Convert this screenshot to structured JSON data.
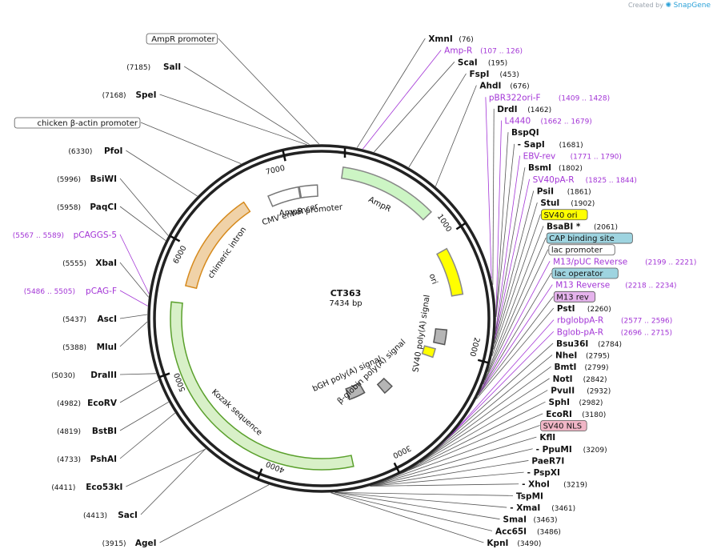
{
  "credit": {
    "prefix": "Created by",
    "brand": "SnapGene"
  },
  "plasmid": {
    "name": "CT363",
    "size_label": "7434 bp",
    "length": 7434
  },
  "ticks": [
    {
      "bp": 1000,
      "label": "1000"
    },
    {
      "bp": 2000,
      "label": "2000"
    },
    {
      "bp": 3000,
      "label": "3000"
    },
    {
      "bp": 4000,
      "label": "4000"
    },
    {
      "bp": 5000,
      "label": "5000"
    },
    {
      "bp": 6000,
      "label": "6000"
    },
    {
      "bp": 7000,
      "label": "7000"
    }
  ],
  "features": [
    {
      "name": "AmpR",
      "start": 1,
      "end": 780,
      "color": "#ccf5c4",
      "stroke": "#888888"
    },
    {
      "name": "ori",
      "start": 1090,
      "end": 1490,
      "color": "#ffff00",
      "stroke": "#888888"
    },
    {
      "name": "SV40 poly(A) signal",
      "start": 1800,
      "end": 1940,
      "color": "#b5b5b5",
      "stroke": "#555555"
    },
    {
      "name": "yellow-block",
      "start": 2000,
      "end": 2090,
      "color": "#ffff00",
      "stroke": "#888888"
    },
    {
      "name": "β-globin poly(A) signal",
      "start": 2600,
      "end": 2720,
      "color": "#b5b5b5",
      "stroke": "#555555"
    },
    {
      "name": "bGH poly(A) signal",
      "start": 2930,
      "end": 3160,
      "color": "#b5b5b5",
      "stroke": "#555555"
    },
    {
      "name": "Kozak sequence",
      "start": 3300,
      "end": 5540,
      "color": "#d8f0c8",
      "stroke": "#5aa02c"
    },
    {
      "name": "chimeric intron",
      "start": 5690,
      "end": 6570,
      "color": "#f0d2a8",
      "stroke": "#d68a1d"
    },
    {
      "name": "CMV enhancer",
      "start": 6780,
      "end": 7060,
      "color": "#ffffff",
      "stroke": "#777777"
    },
    {
      "name": "AmpR promoter",
      "start": 7070,
      "end": 7230,
      "color": "#ffffff",
      "stroke": "#777777"
    }
  ],
  "inner_labels": [
    {
      "text": "AmpR"
    },
    {
      "text": "ori"
    },
    {
      "text": "SV40 poly(A) signal"
    },
    {
      "text": "β-globin poly(A) signal"
    },
    {
      "text": "bGH poly(A) signal"
    },
    {
      "text": "Kozak sequence"
    },
    {
      "text": "chimeric intron"
    },
    {
      "text": "CMV enhancer"
    },
    {
      "text": "AmpR promoter"
    }
  ],
  "site_labels": [
    {
      "text": "XmnI",
      "pos": "(76)",
      "type": "enzyme",
      "bp": 76
    },
    {
      "text": "Amp-R",
      "pos": "(107 .. 126)",
      "type": "primer",
      "bp": 116
    },
    {
      "text": "ScaI",
      "pos": "(195)",
      "type": "enzyme",
      "bp": 195
    },
    {
      "text": "FspI",
      "pos": "(453)",
      "type": "enzyme",
      "bp": 453
    },
    {
      "text": "AhdI",
      "pos": "(676)",
      "type": "enzyme",
      "bp": 676
    },
    {
      "text": "pBR322ori-F",
      "pos": "(1409 .. 1428)",
      "type": "primer",
      "bp": 1418
    },
    {
      "text": "DrdI",
      "pos": "(1462)",
      "type": "enzyme",
      "bp": 1462
    },
    {
      "text": "L4440",
      "pos": "(1662 .. 1679)",
      "type": "primer",
      "bp": 1670
    },
    {
      "text": "BspQI",
      "pos": "",
      "type": "enzyme",
      "bp": 1681
    },
    {
      "text": "- SapI",
      "pos": "(1681)",
      "type": "enzyme",
      "bp": 1681
    },
    {
      "text": "EBV-rev",
      "pos": "(1771 .. 1790)",
      "type": "primer",
      "bp": 1780
    },
    {
      "text": "BsmI",
      "pos": "(1802)",
      "type": "enzyme",
      "bp": 1802
    },
    {
      "text": "SV40pA-R",
      "pos": "(1825 .. 1844)",
      "type": "primer",
      "bp": 1834
    },
    {
      "text": "PsiI",
      "pos": "(1861)",
      "type": "enzyme",
      "bp": 1861
    },
    {
      "text": "StuI",
      "pos": "(1902)",
      "type": "enzyme",
      "bp": 1902
    },
    {
      "text": "SV40 ori",
      "pos": "",
      "type": "box",
      "color": "#ffff00",
      "bp": 1950
    },
    {
      "text": "BsaBI *",
      "pos": "(2061)",
      "type": "enzyme",
      "bp": 2061
    },
    {
      "text": "CAP binding site",
      "pos": "",
      "type": "box",
      "color": "#9ed4e0",
      "bp": 2120
    },
    {
      "text": "lac promoter",
      "pos": "",
      "type": "box",
      "color": "#ffffff",
      "bp": 2150
    },
    {
      "text": "M13/pUC Reverse",
      "pos": "(2199 .. 2221)",
      "type": "primer",
      "bp": 2210
    },
    {
      "text": "lac operator",
      "pos": "",
      "type": "box",
      "color": "#9ed4e0",
      "bp": 2215
    },
    {
      "text": "M13 Reverse",
      "pos": "(2218 .. 2234)",
      "type": "primer",
      "bp": 2226
    },
    {
      "text": "M13 rev",
      "pos": "",
      "type": "box",
      "color": "#e5b3ec",
      "bp": 2232
    },
    {
      "text": "PstI",
      "pos": "(2260)",
      "type": "enzyme",
      "bp": 2260
    },
    {
      "text": "rbglobpA-R",
      "pos": "(2577 .. 2596)",
      "type": "primer",
      "bp": 2586
    },
    {
      "text": "Bglob-pA-R",
      "pos": "(2696 .. 2715)",
      "type": "primer",
      "bp": 2705
    },
    {
      "text": "Bsu36I",
      "pos": "(2784)",
      "type": "enzyme",
      "bp": 2784
    },
    {
      "text": "NheI",
      "pos": "(2795)",
      "type": "enzyme",
      "bp": 2795
    },
    {
      "text": "BmtI",
      "pos": "(2799)",
      "type": "enzyme",
      "bp": 2799
    },
    {
      "text": "NotI",
      "pos": "(2842)",
      "type": "enzyme",
      "bp": 2842
    },
    {
      "text": "PvuII",
      "pos": "(2932)",
      "type": "enzyme",
      "bp": 2932
    },
    {
      "text": "SphI",
      "pos": "(2982)",
      "type": "enzyme",
      "bp": 2982
    },
    {
      "text": "EcoRI",
      "pos": "(3180)",
      "type": "enzyme",
      "bp": 3180
    },
    {
      "text": "SV40 NLS",
      "pos": "",
      "type": "box",
      "color": "#f0b6c6",
      "bp": 3200
    },
    {
      "text": "KflI",
      "pos": "",
      "type": "enzyme",
      "bp": 3209
    },
    {
      "text": "- PpuMI",
      "pos": "(3209)",
      "type": "enzyme",
      "bp": 3209
    },
    {
      "text": "PaeR7I",
      "pos": "",
      "type": "enzyme",
      "bp": 3219
    },
    {
      "text": "- PspXI",
      "pos": "",
      "type": "enzyme",
      "bp": 3219
    },
    {
      "text": "- XhoI",
      "pos": "(3219)",
      "type": "enzyme",
      "bp": 3219
    },
    {
      "text": "TspMI",
      "pos": "",
      "type": "enzyme",
      "bp": 3461
    },
    {
      "text": "- XmaI",
      "pos": "(3461)",
      "type": "enzyme",
      "bp": 3461
    },
    {
      "text": "SmaI",
      "pos": "(3463)",
      "type": "enzyme",
      "bp": 3463
    },
    {
      "text": "Acc65I",
      "pos": "(3486)",
      "type": "enzyme",
      "bp": 3486
    },
    {
      "text": "KpnI",
      "pos": "(3490)",
      "type": "enzyme",
      "bp": 3490
    },
    {
      "text": "AgeI",
      "pos": "(3915)",
      "type": "enzyme",
      "bp": 3915
    },
    {
      "text": "SacI",
      "pos": "(4413)",
      "type": "enzyme",
      "bp": 4413
    },
    {
      "text": "Eco53kI",
      "pos": "(4411)",
      "type": "enzyme",
      "bp": 4411
    },
    {
      "text": "PshAI",
      "pos": "(4733)",
      "type": "enzyme",
      "bp": 4733
    },
    {
      "text": "BstBI",
      "pos": "(4819)",
      "type": "enzyme",
      "bp": 4819
    },
    {
      "text": "EcoRV",
      "pos": "(4982)",
      "type": "enzyme",
      "bp": 4982
    },
    {
      "text": "DraIII",
      "pos": "(5030)",
      "type": "enzyme",
      "bp": 5030
    },
    {
      "text": "MluI",
      "pos": "(5388)",
      "type": "enzyme",
      "bp": 5388
    },
    {
      "text": "AscI",
      "pos": "(5437)",
      "type": "enzyme",
      "bp": 5437
    },
    {
      "text": "pCAG-F",
      "pos": "(5486 .. 5505)",
      "type": "primer",
      "bp": 5495
    },
    {
      "text": "XbaI",
      "pos": "(5555)",
      "type": "enzyme",
      "bp": 5555
    },
    {
      "text": "pCAGGS-5",
      "pos": "(5567 .. 5589)",
      "type": "primer",
      "bp": 5578
    },
    {
      "text": "PaqCI",
      "pos": "(5958)",
      "type": "enzyme",
      "bp": 5958
    },
    {
      "text": "BsiWI",
      "pos": "(5996)",
      "type": "enzyme",
      "bp": 5996
    },
    {
      "text": "PfoI",
      "pos": "(6330)",
      "type": "enzyme",
      "bp": 6330
    },
    {
      "text": "chicken β-actin promoter",
      "pos": "",
      "type": "box",
      "color": "#ffffff",
      "bp": 6700
    },
    {
      "text": "SpeI",
      "pos": "(7168)",
      "type": "enzyme",
      "bp": 7168
    },
    {
      "text": "SalI",
      "pos": "(7185)",
      "type": "enzyme",
      "bp": 7185
    },
    {
      "text": "AmpR promoter",
      "pos": "",
      "type": "box",
      "color": "#ffffff",
      "bp": 7250
    }
  ]
}
